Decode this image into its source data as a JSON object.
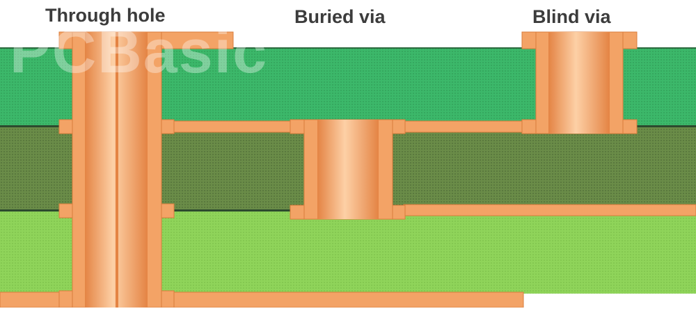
{
  "labels": {
    "through_hole": "Through hole",
    "buried_via": "Buried via",
    "blind_via": "Blind via"
  },
  "watermark": "PCBasic",
  "colors": {
    "copper": "#f3a366",
    "copper_light": "#fdd0a6",
    "copper_dark": "#e48444",
    "layer_top": "#3cb86a",
    "layer_middle": "#6a8c48",
    "layer_bottom": "#8fd45a",
    "label_text": "#3c3c3c"
  }
}
